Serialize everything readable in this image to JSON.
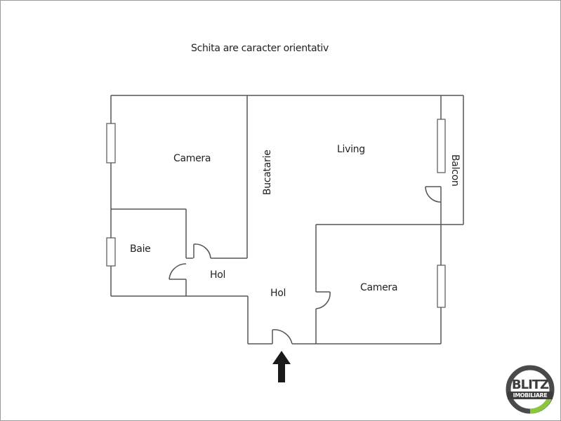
{
  "title": "Schita are caracter orientativ",
  "rooms": {
    "camera_1": "Camera",
    "bucatarie": "Bucatarie",
    "living": "Living",
    "balcon": "Balcon",
    "baie": "Baie",
    "hol_1": "Hol",
    "hol_2": "Hol",
    "camera_2": "Camera"
  },
  "entrance": "entrance-arrow",
  "logo": {
    "line1": "BLITZ",
    "line2": "IMOBILIARE",
    "ring_color": "#4a4a4a",
    "accent_color": "#8cc63f"
  },
  "colors": {
    "wall": "#555555",
    "text": "#222222",
    "frame": "#9a9a9a"
  }
}
